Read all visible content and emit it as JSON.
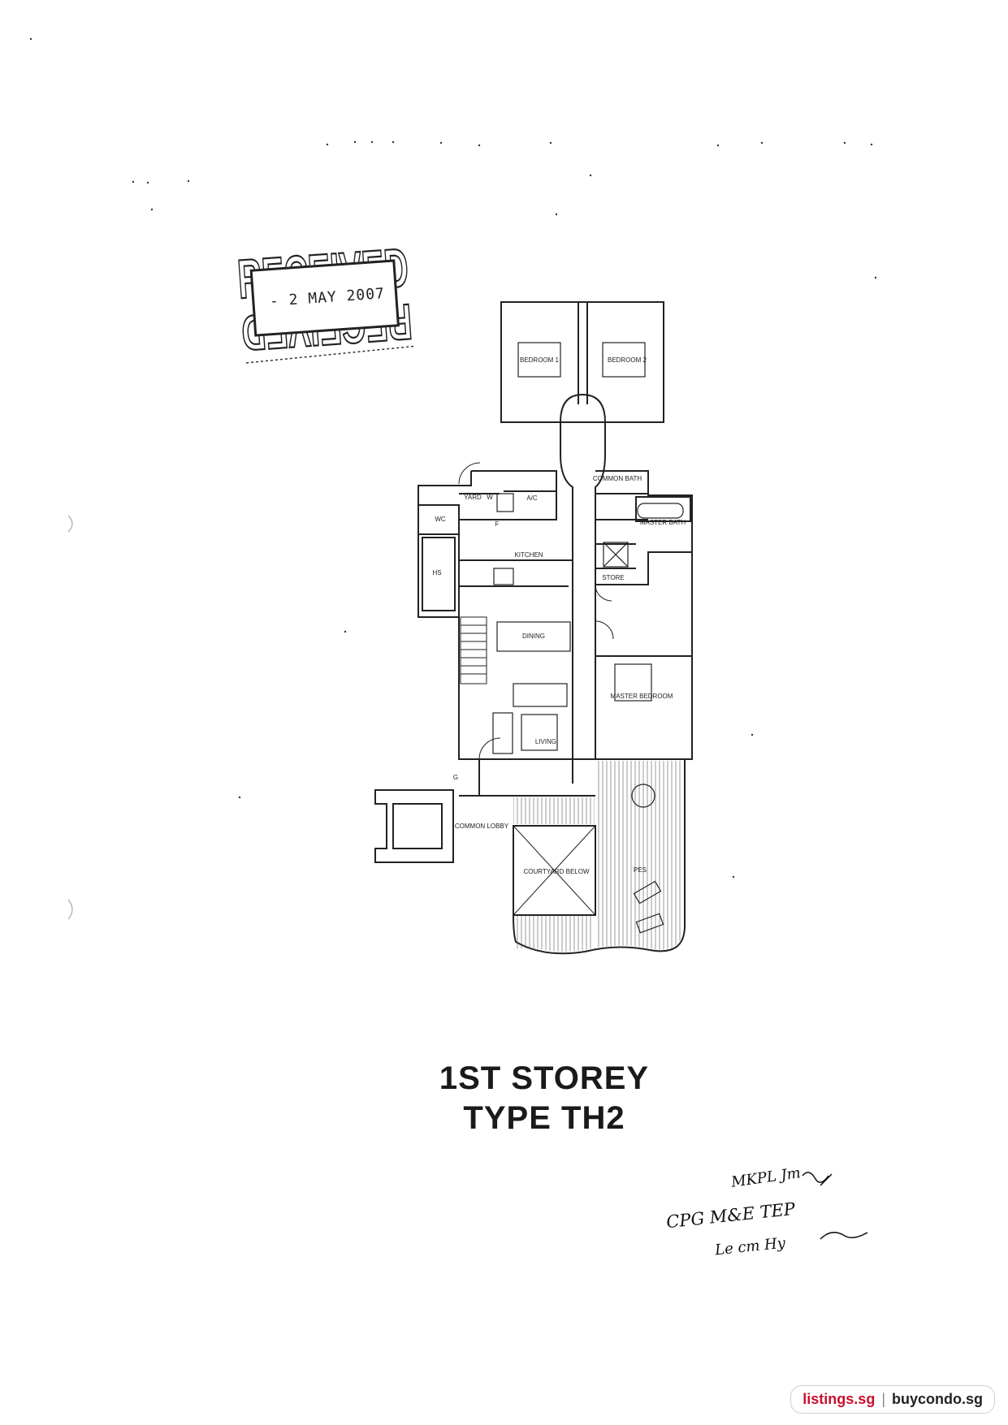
{
  "stamp": {
    "word": "RECEIVED",
    "date": "- 2 MAY 2007"
  },
  "title": {
    "line1": "1ST STOREY",
    "line2": "TYPE TH2"
  },
  "rooms": {
    "bedroom1": "BEDROOM 1",
    "bedroom2": "BEDROOM 2",
    "common_bath": "COMMON BATH",
    "master_bath": "MASTER BATH",
    "yard": "YARD",
    "wc": "WC",
    "w": "W",
    "ac": "A/C",
    "f": "F",
    "kitchen": "KITCHEN",
    "hs": "HS",
    "store": "STORE",
    "dining": "DINING",
    "master_bedroom": "MASTER BEDROOM",
    "living": "LIVING",
    "courtyard": "COURTYARD BELOW",
    "common_lobby": "COMMON LOBBY",
    "pes": "PES",
    "g": "G"
  },
  "handwriting": {
    "line1": "MKPL Jm",
    "line2": "CPG M&E TEP",
    "line3": "Le cm Hy"
  },
  "footer": {
    "site1": "listings.sg",
    "separator": "|",
    "site2": "buycondo.sg"
  },
  "colors": {
    "brand_red": "#c8102e"
  }
}
